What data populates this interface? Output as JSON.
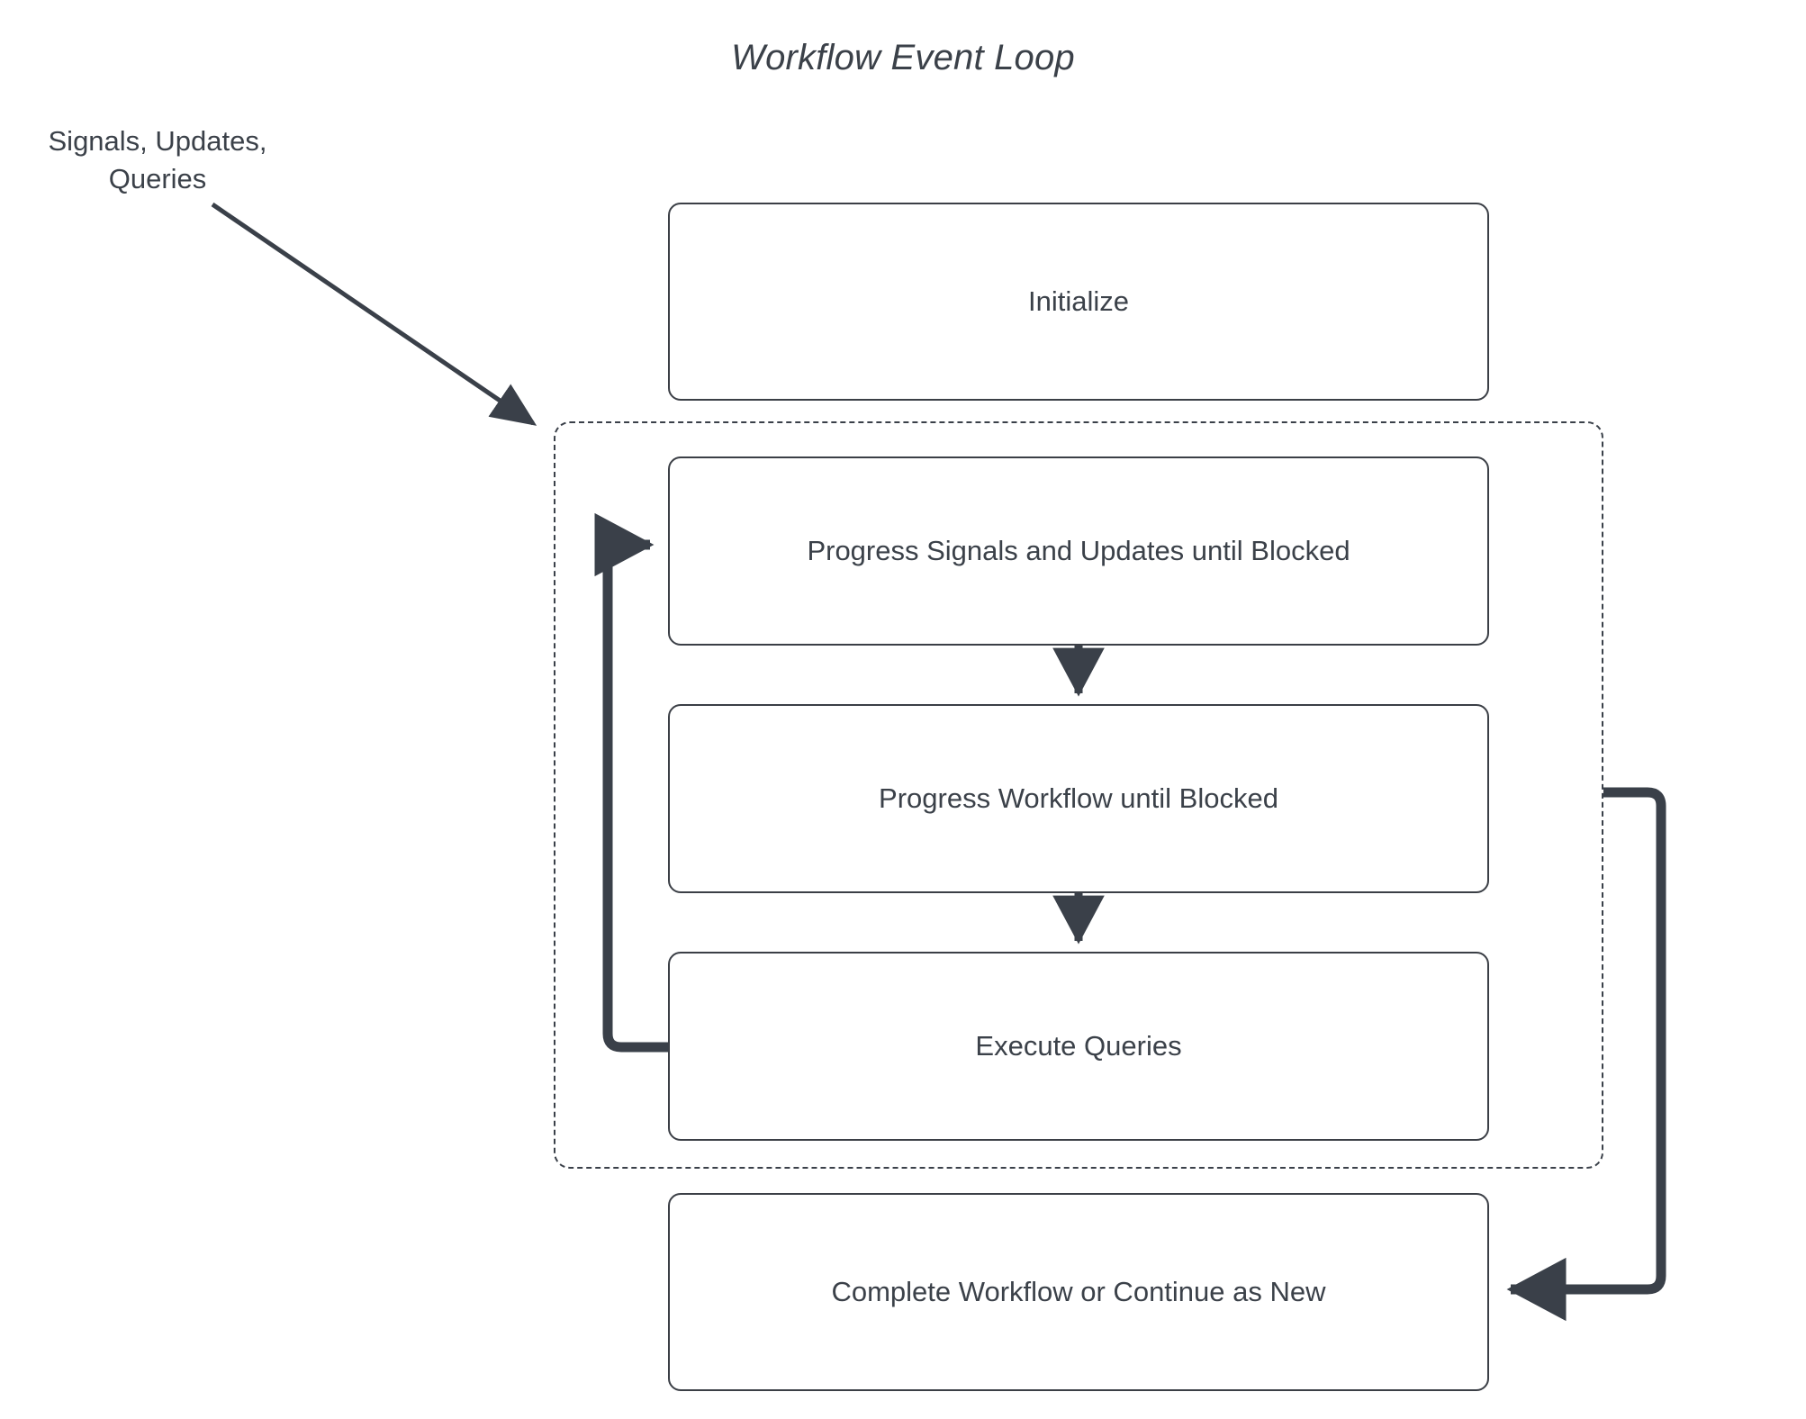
{
  "diagram": {
    "title": "Workflow Event Loop",
    "type": "flowchart",
    "background_color": "#ffffff",
    "stroke_color": "#3b3f46",
    "text_color": "#3b4149",
    "external_input": {
      "label": "Signals, Updates,\nQueries"
    },
    "nodes": [
      {
        "id": "initialize",
        "label": "Initialize",
        "inside_loop": false
      },
      {
        "id": "progress-signals",
        "label": "Progress Signals and Updates until Blocked",
        "inside_loop": true
      },
      {
        "id": "progress-workflow",
        "label": "Progress Workflow until Blocked",
        "inside_loop": true
      },
      {
        "id": "execute-queries",
        "label": "Execute Queries",
        "inside_loop": true
      },
      {
        "id": "complete-workflow",
        "label": "Complete Workflow or Continue as New",
        "inside_loop": false
      }
    ],
    "loop_container": {
      "style": "dashed",
      "label": ""
    },
    "edges": [
      {
        "from": "external-input",
        "to": "loop-container",
        "style": "solid-diagonal"
      },
      {
        "from": "progress-signals",
        "to": "progress-workflow",
        "style": "solid-arrow-down"
      },
      {
        "from": "progress-workflow",
        "to": "execute-queries",
        "style": "solid-arrow-down"
      },
      {
        "from": "execute-queries",
        "to": "progress-signals",
        "style": "thick-feedback-left"
      },
      {
        "from": "loop-container",
        "to": "complete-workflow",
        "style": "thick-exit-right"
      }
    ]
  }
}
